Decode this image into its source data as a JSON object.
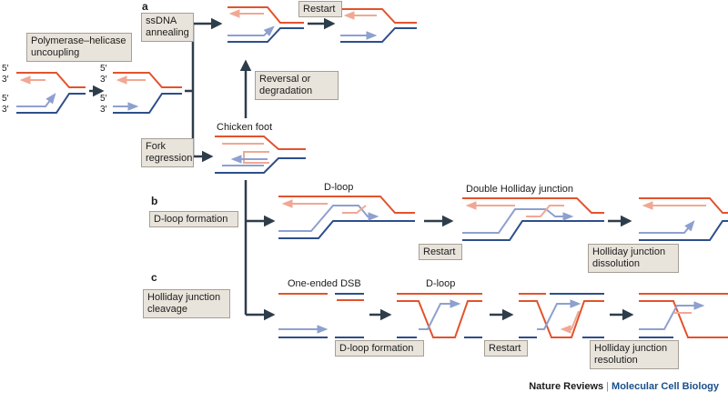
{
  "panels": {
    "a": "a",
    "b": "b",
    "c": "c"
  },
  "labels": {
    "polymerase_helicase_uncoupling": "Polymerase–helicase\nuncoupling",
    "ssdna_annealing": "ssDNA\nannealing",
    "restart_top": "Restart",
    "reversal_or_degradation": "Reversal or\ndegradation",
    "chicken_foot": "Chicken foot",
    "fork_regression": "Fork\nregression",
    "d_loop_formation_b": "D-loop formation",
    "d_loop_b": "D-loop",
    "double_holliday_junction": "Double Holliday junction",
    "restart_b": "Restart",
    "holliday_junction_dissolution": "Holliday junction\ndissolution",
    "holliday_junction_cleavage": "Holliday junction\ncleavage",
    "one_ended_dsb": "One-ended DSB",
    "d_loop_c": "D-loop",
    "d_loop_formation_c": "D-loop formation",
    "restart_c": "Restart",
    "holliday_junction_resolution": "Holliday junction\nresolution"
  },
  "strand_ends": {
    "five_prime": "5′",
    "three_prime": "3′"
  },
  "footer": {
    "publisher": "Nature Reviews",
    "separator": "|",
    "journal": "Molecular Cell Biology"
  },
  "colors": {
    "parental_red": "#e2532c",
    "nascent_pink": "#f0a894",
    "parental_blue": "#2d4e8a",
    "nascent_blue": "#8ea0cf",
    "arrow": "#2e3d4a",
    "box_fill": "#e9e4db"
  }
}
